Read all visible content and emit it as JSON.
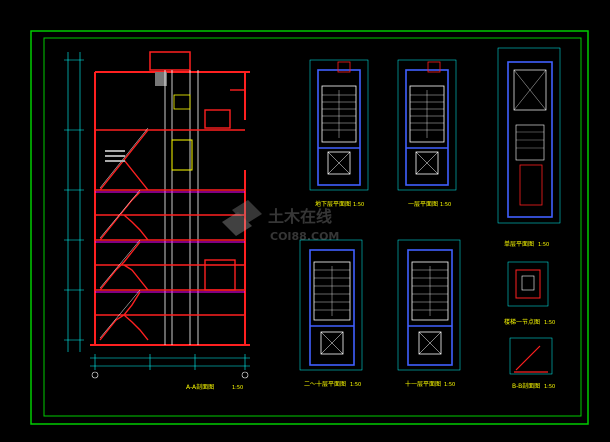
{
  "captions": {
    "section_aa": "A-A剖面图",
    "section_aa_scale": "1:50",
    "basement_plan": "地下层平面图",
    "basement_plan_scale": "1:50",
    "floor1_plan": "一层平面图",
    "floor1_plan_scale": "1:50",
    "roof_plan": "单层平面图",
    "roof_plan_scale": "1:50",
    "floor2_plan": "二～十层平面图",
    "floor2_plan_scale": "1:50",
    "floor11_plan": "十一层平面图",
    "floor11_plan_scale": "1:50",
    "stair_detail": "楼梯一节点图",
    "stair_detail_scale": "1:50",
    "section_bb": "B-B剖面图",
    "section_bb_scale": "1:50"
  },
  "watermark": {
    "brand_cn": "土木在线",
    "brand_en": "COI88.COM"
  },
  "colors": {
    "background": "#000000",
    "frame": "#00cc00",
    "wall": "#ff2020",
    "line": "#ffffff",
    "plan_line": "#4060ff",
    "dimension": "#00ffff",
    "caption": "#ffff00",
    "accent": "#ff00ff"
  }
}
